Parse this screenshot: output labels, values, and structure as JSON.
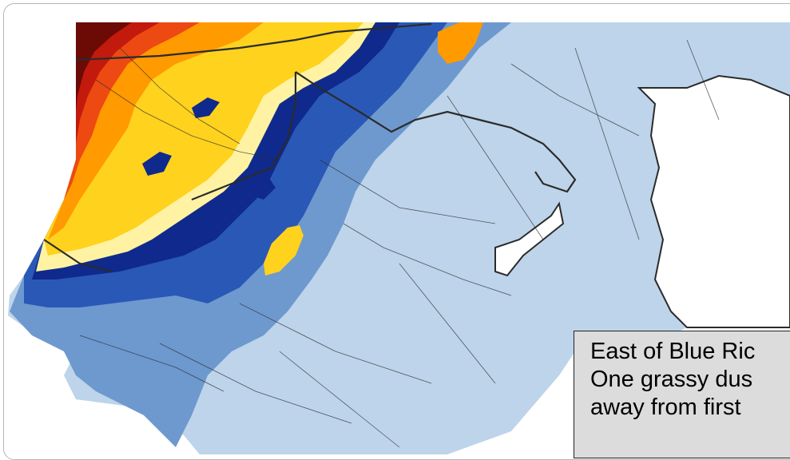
{
  "map": {
    "colors": {
      "background": "#ffffff",
      "light_blue": "#bdd4ea",
      "mid_blue": "#6e99cf",
      "deep_blue": "#2a58b6",
      "navy": "#0f2a8c",
      "pale_yellow": "#fff3a3",
      "yellow": "#ffd21e",
      "orange": "#ff9a00",
      "red_orange": "#ec4a12",
      "red": "#c21a0c",
      "dark_red": "#6c0a06",
      "water": "#ffffff",
      "borders": "#2b2b2b"
    },
    "legend_levels": [
      "light_blue",
      "mid_blue",
      "deep_blue",
      "navy",
      "pale_yellow",
      "yellow",
      "orange",
      "red_orange",
      "red",
      "dark_red"
    ]
  },
  "callout": {
    "line1": "East of Blue Ric",
    "line2": "One grassy dus",
    "line3": "away from first"
  }
}
